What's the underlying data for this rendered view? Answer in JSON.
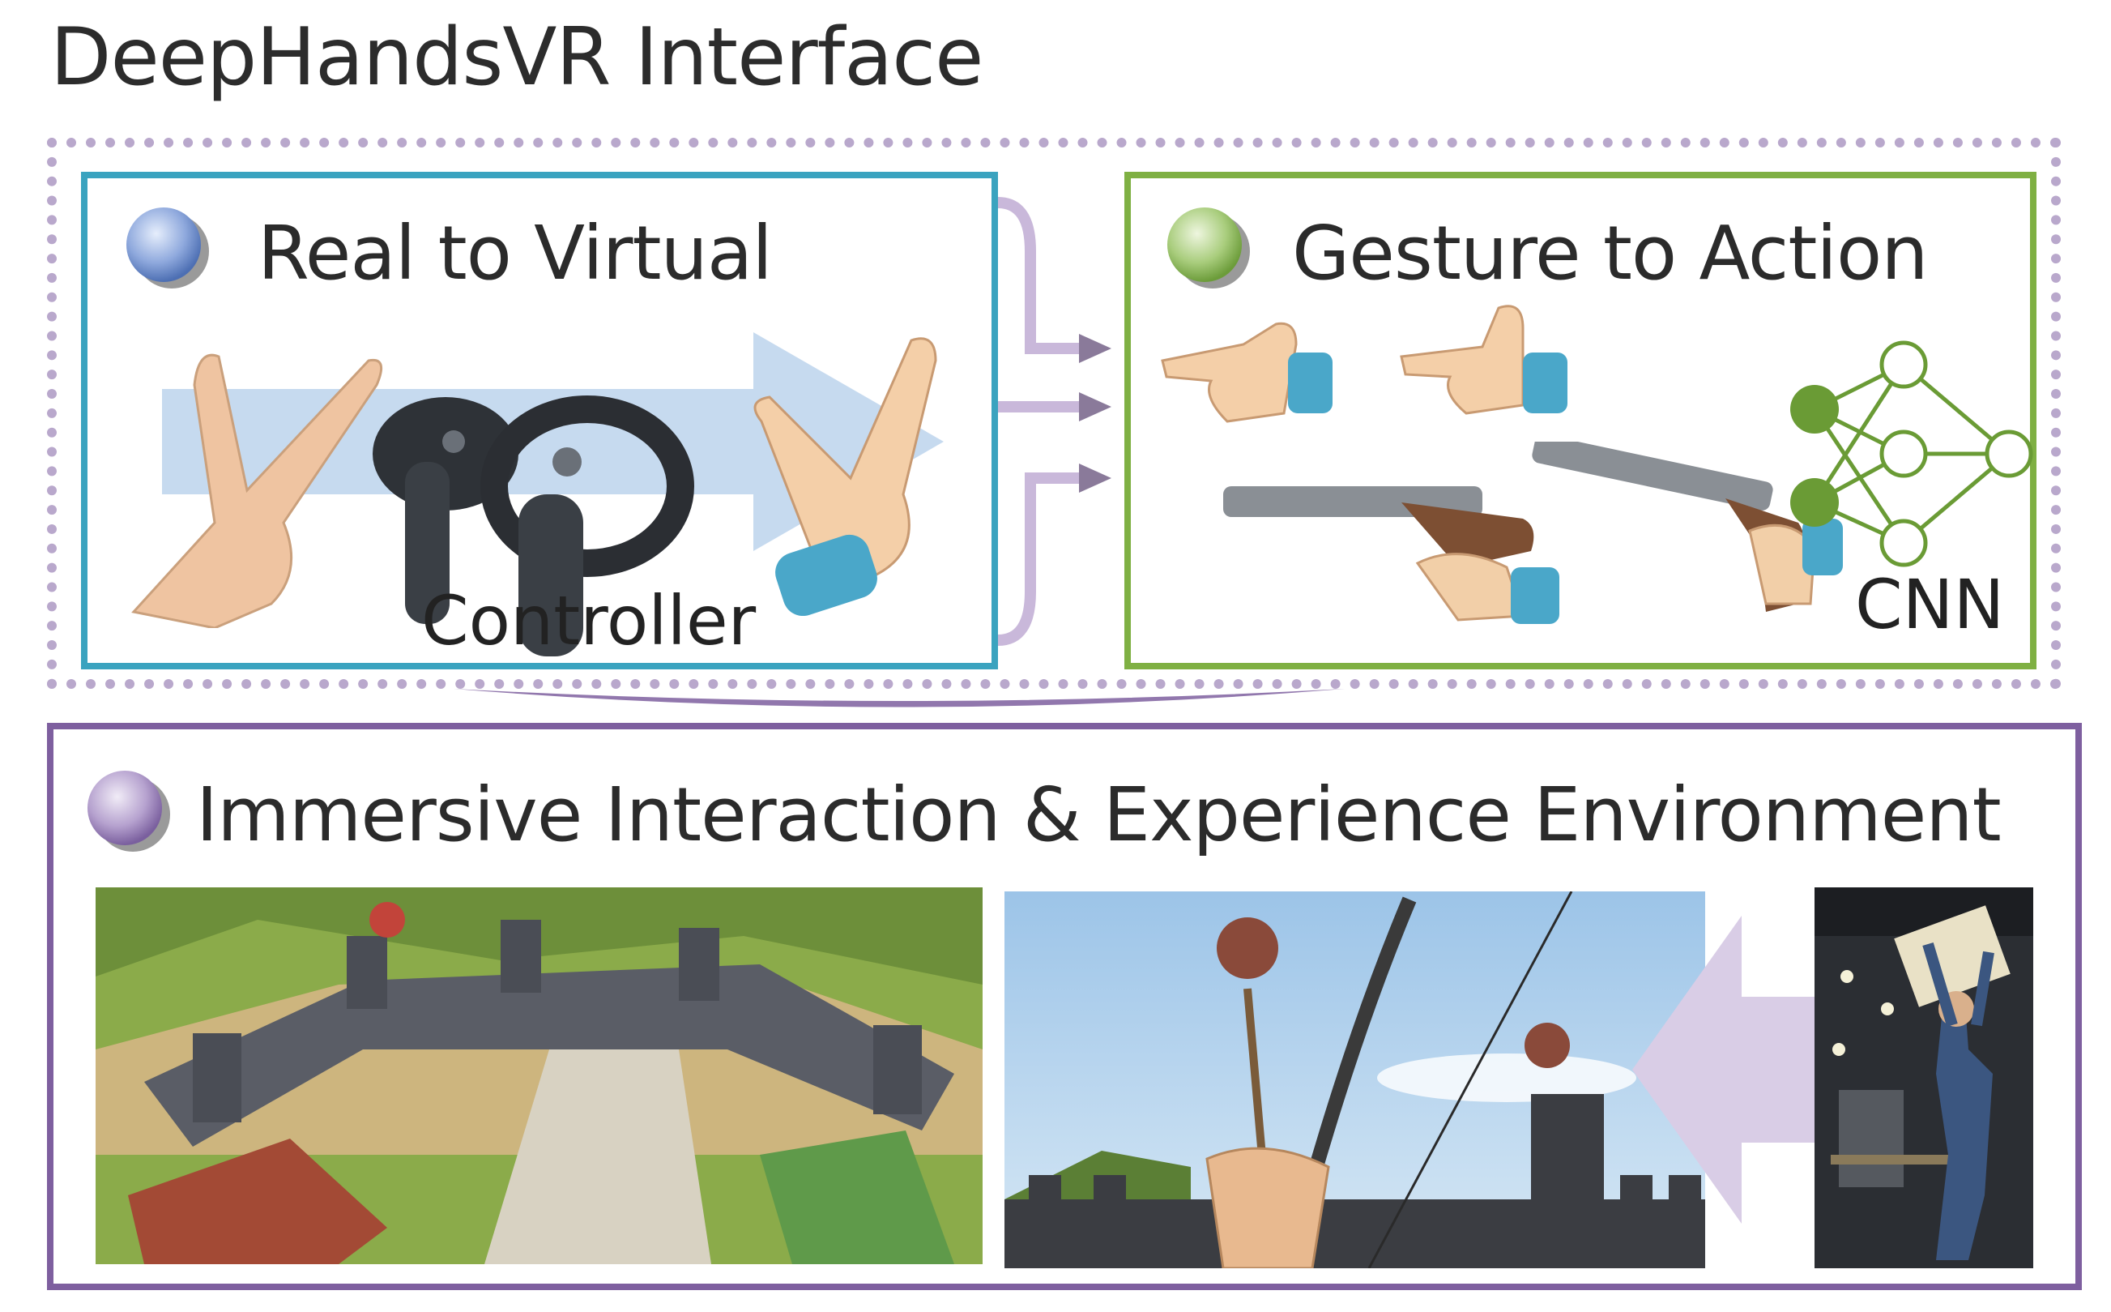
{
  "title": "DeepHandsVR Interface",
  "panels": {
    "real_to_virtual": {
      "heading": "Real to Virtual",
      "controller_label": "Controller"
    },
    "gesture_to_action": {
      "heading": "Gesture to Action",
      "cnn_label": "CNN"
    },
    "environment": {
      "heading": "Immersive Interaction & Experience Environment"
    }
  },
  "colors": {
    "real_to_virtual": "#3aa3bf",
    "gesture_to_action": "#7fb043",
    "environment": "#7e5f9f",
    "dotted_frame": "#b9a8cc"
  },
  "icons": [
    "blue-bullet-icon",
    "green-bullet-icon",
    "purple-bullet-icon",
    "neural-network-icon",
    "arrow-icon"
  ]
}
